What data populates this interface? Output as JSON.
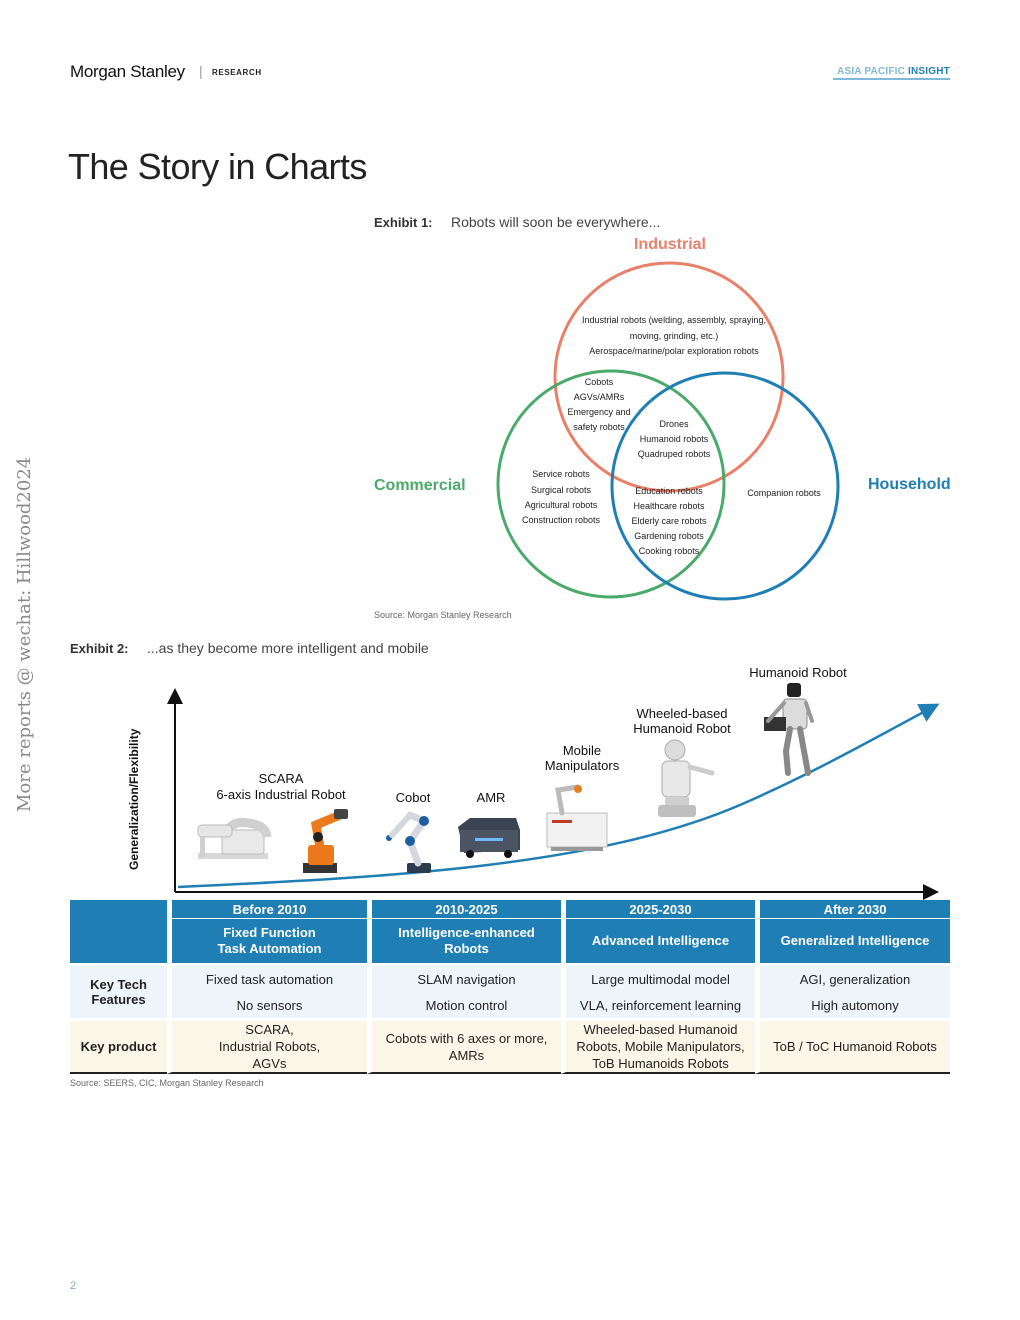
{
  "header": {
    "brand": "Morgan Stanley",
    "separator": "|",
    "division": "RESEARCH",
    "series_1": "ASIA PACIFIC",
    "series_2": "INSIGHT"
  },
  "page_title": "The Story in Charts",
  "exhibit1": {
    "label": "Exhibit 1:",
    "title": "Robots will soon be everywhere...",
    "sets": {
      "industrial": "Industrial",
      "commercial": "Commercial",
      "household": "Household"
    },
    "colors": {
      "industrial": "#e8806a",
      "commercial": "#4aaa6a",
      "household": "#1f7fb5"
    },
    "regions": {
      "industrial_only": [
        "Industrial robots (welding, assembly, spraying,",
        "moving, grinding, etc.)",
        "Aerospace/marine/polar exploration robots"
      ],
      "industrial_commercial": [
        "Cobots",
        "AGVs/AMRs",
        "Emergency and",
        "safety robots"
      ],
      "all_three": [
        "Drones",
        "Humanoid robots",
        "Quadruped robots"
      ],
      "commercial_only": [
        "Service robots",
        "Surgical robots",
        "Agricultural robots",
        "Construction robots"
      ],
      "commercial_household": [
        "Education robots",
        "Healthcare robots",
        "Elderly care robots",
        "Gardening robots",
        "Cooking robots"
      ],
      "household_only": [
        "Companion robots"
      ]
    },
    "source": "Source: Morgan Stanley Research"
  },
  "exhibit2": {
    "label": "Exhibit 2:",
    "title": "...as they become more intelligent and mobile",
    "y_axis_label": "Generalization/Flexibility",
    "robots": {
      "scara": [
        "SCARA",
        "6-axis Industrial Robot"
      ],
      "cobot": "Cobot",
      "amr": "AMR",
      "mobile": [
        "Mobile",
        "Manipulators"
      ],
      "wheeled": [
        "Wheeled-based",
        "Humanoid Robot"
      ],
      "humanoid": "Humanoid Robot"
    },
    "table": {
      "eras": [
        "Before 2010",
        "2010-2025",
        "2025-2030",
        "After 2030"
      ],
      "stages": [
        [
          "Fixed Function",
          "Task Automation"
        ],
        [
          "Intelligence-enhanced",
          "Robots"
        ],
        [
          "Advanced Intelligence"
        ],
        [
          "Generalized Intelligence"
        ]
      ],
      "features_label": [
        "Key Tech",
        "Features"
      ],
      "features_row1": [
        "Fixed task automation",
        "SLAM navigation",
        "Large multimodal model",
        "AGI, generalization"
      ],
      "features_row2": [
        "No sensors",
        "Motion control",
        "VLA, reinforcement learning",
        "High automony"
      ],
      "product_label": "Key product",
      "products": [
        [
          "SCARA,",
          "Industrial Robots,",
          "AGVs"
        ],
        [
          "Cobots with 6 axes or more,",
          "AMRs"
        ],
        [
          "Wheeled-based Humanoid",
          "Robots, Mobile Manipulators,",
          "ToB Humanoids Robots"
        ],
        [
          "ToB / ToC Humanoid Robots"
        ]
      ]
    },
    "source": "Source: SEERS, CIC, Morgan Stanley Research"
  },
  "watermark": "More reports @ wechat: Hillwood2024",
  "page_number": "2"
}
